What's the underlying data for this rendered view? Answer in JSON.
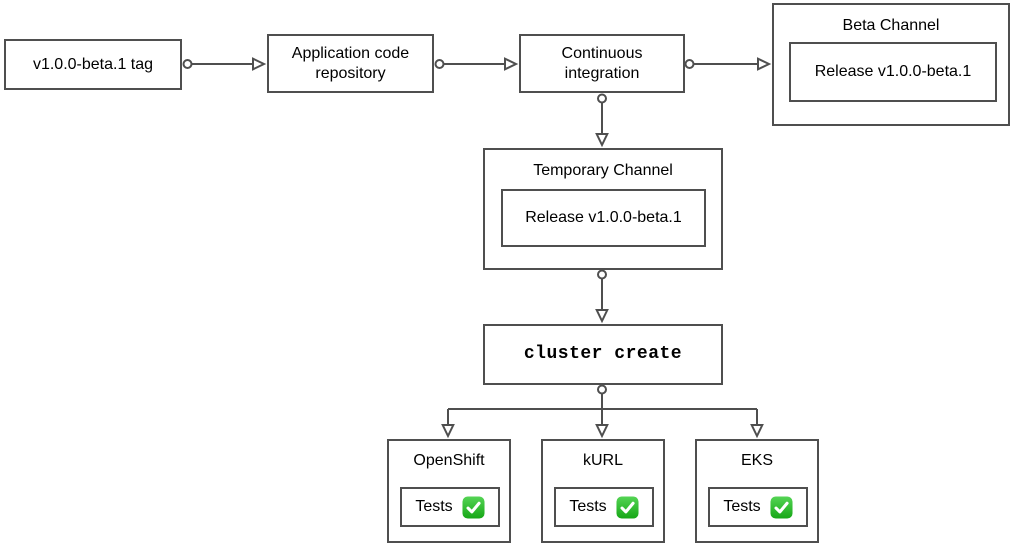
{
  "diagram": {
    "nodes": {
      "tag": {
        "label": "v1.0.0-beta.1 tag"
      },
      "repo": {
        "label": "Application code repository"
      },
      "ci": {
        "label": "Continuous integration"
      },
      "beta": {
        "title": "Beta Channel",
        "release_label": "Release v1.0.0-beta.1"
      },
      "temporary": {
        "title": "Temporary Channel",
        "release_label": "Release v1.0.0-beta.1"
      },
      "cluster": {
        "label": "cluster create"
      }
    },
    "platforms": [
      {
        "title": "OpenShift",
        "tests_label": "Tests",
        "status_icon": "check-mark-button"
      },
      {
        "title": "kURL",
        "tests_label": "Tests",
        "status_icon": "check-mark-button"
      },
      {
        "title": "EKS",
        "tests_label": "Tests",
        "status_icon": "check-mark-button"
      }
    ],
    "colors": {
      "border": "#4f4f4f",
      "background": "#ffffff",
      "text": "#000000",
      "check_green": "#2fbf2f",
      "check_mark": "#ffffff"
    }
  }
}
